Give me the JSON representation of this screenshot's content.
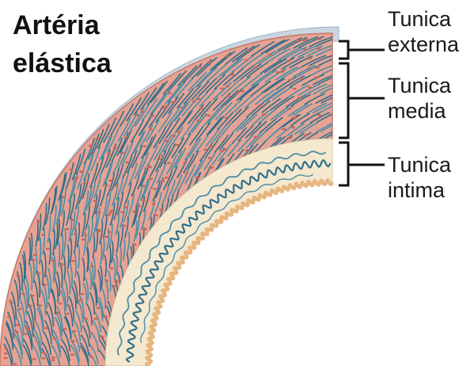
{
  "title": {
    "line1": "Artéria",
    "line2": "elástica"
  },
  "labels": [
    {
      "line1": "Tunica",
      "line2": "externa"
    },
    {
      "line1": "Tunica",
      "line2": "media"
    },
    {
      "line1": "Tunica",
      "line2": "intima"
    }
  ],
  "colors": {
    "externa": "#b8c9d8",
    "media": "#e6a394",
    "media_dark": "#d98b7a",
    "fiber": "#4a8ea8",
    "fiber_dark": "#2f6f8c",
    "intima": "#f4e8cf",
    "endothelium": "#efc89a",
    "bracket": "#111111"
  }
}
